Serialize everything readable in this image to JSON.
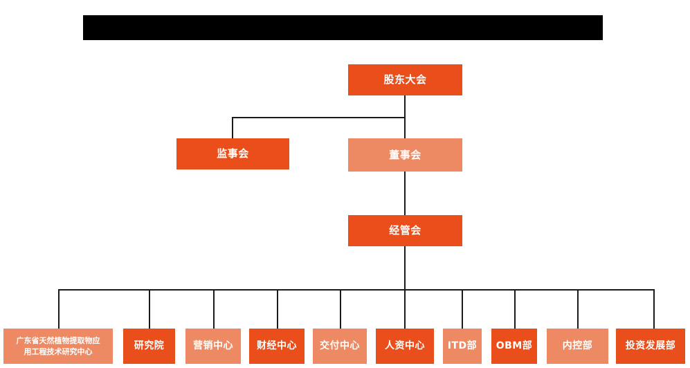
{
  "page": {
    "title_bar_redacted": "",
    "background_color": "#ffffff"
  },
  "colors": {
    "primary_dark": "#E94E1B",
    "primary_light": "#EE8A63",
    "connector": "#1a1a1a",
    "redaction": "#000000",
    "node_text": "#ffffff"
  },
  "chart_data": {
    "type": "diagram",
    "diagram_type": "organization-chart",
    "title": "",
    "orientation": "top-down",
    "levels": [
      {
        "level": 1,
        "nodes": [
          {
            "id": "shareholders",
            "label": "股东大会",
            "tone": "dark"
          }
        ]
      },
      {
        "level": 2,
        "nodes": [
          {
            "id": "supervisors",
            "label": "监事会",
            "tone": "dark"
          },
          {
            "id": "directors",
            "label": "董事会",
            "tone": "light"
          }
        ]
      },
      {
        "level": 3,
        "nodes": [
          {
            "id": "management",
            "label": "经管会",
            "tone": "dark"
          }
        ]
      },
      {
        "level": 4,
        "nodes": [
          {
            "id": "engineering-center",
            "label": "广东省天然植物提取物应用工程技术研究中心",
            "label_line1": "广东省天然植物提取物应",
            "label_line2": "用工程技术研究中心",
            "tone": "light"
          },
          {
            "id": "research-institute",
            "label": "研究院",
            "tone": "dark"
          },
          {
            "id": "marketing-center",
            "label": "营销中心",
            "tone": "light"
          },
          {
            "id": "finance-center",
            "label": "财经中心",
            "tone": "dark"
          },
          {
            "id": "delivery-center",
            "label": "交付中心",
            "tone": "light"
          },
          {
            "id": "hr-center",
            "label": "人资中心",
            "tone": "dark"
          },
          {
            "id": "itd-dept",
            "label": "ITD部",
            "tone": "light"
          },
          {
            "id": "obm-dept",
            "label": "OBM部",
            "tone": "dark"
          },
          {
            "id": "internal-control-dept",
            "label": "内控部",
            "tone": "light"
          },
          {
            "id": "investment-development-dept",
            "label": "投资发展部",
            "tone": "dark"
          }
        ]
      }
    ],
    "edges": [
      {
        "from": "shareholders",
        "to": "supervisors"
      },
      {
        "from": "shareholders",
        "to": "directors"
      },
      {
        "from": "directors",
        "to": "management"
      },
      {
        "from": "management",
        "to": "engineering-center"
      },
      {
        "from": "management",
        "to": "research-institute"
      },
      {
        "from": "management",
        "to": "marketing-center"
      },
      {
        "from": "management",
        "to": "finance-center"
      },
      {
        "from": "management",
        "to": "delivery-center"
      },
      {
        "from": "management",
        "to": "hr-center"
      },
      {
        "from": "management",
        "to": "itd-dept"
      },
      {
        "from": "management",
        "to": "obm-dept"
      },
      {
        "from": "management",
        "to": "internal-control-dept"
      },
      {
        "from": "management",
        "to": "investment-development-dept"
      }
    ]
  }
}
